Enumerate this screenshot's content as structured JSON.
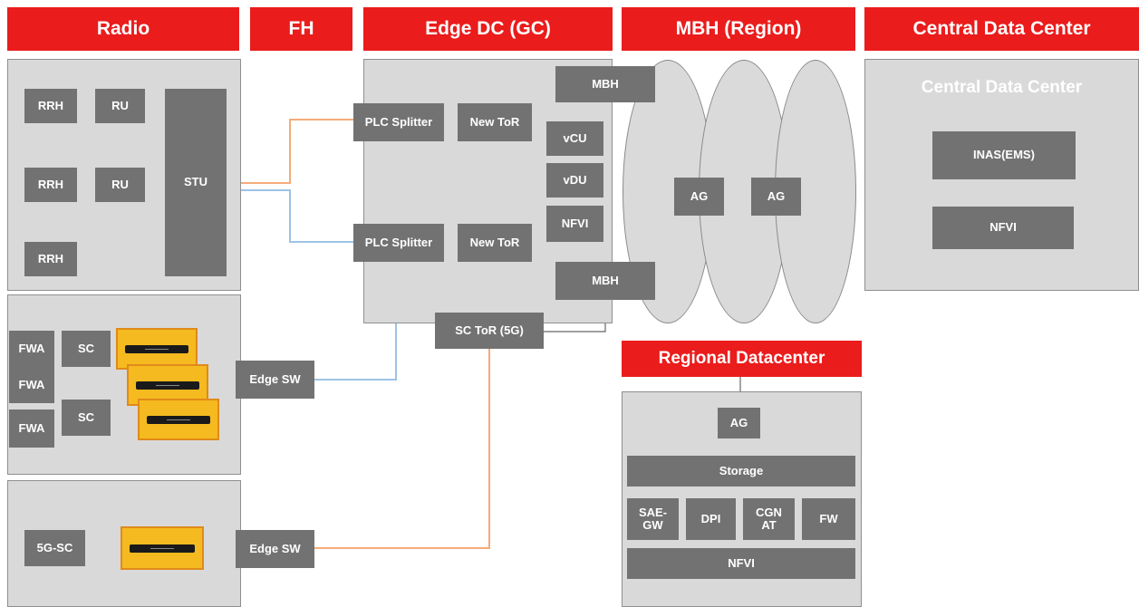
{
  "headers": {
    "radio": "Radio",
    "fh": "FH",
    "edge_dc": "Edge DC (GC)",
    "mbh_region": "MBH (Region)",
    "central_dc": "Central Data Center",
    "regional_dc": "Regional Datacenter"
  },
  "radio": {
    "rrh1": "RRH",
    "ru1": "RU",
    "rrh2": "RRH",
    "ru2": "RU",
    "rrh3": "RRH",
    "stu": "STU",
    "fwa1": "FWA",
    "fwa2": "FWA",
    "fwa3": "FWA",
    "sc1": "SC",
    "sc2": "SC",
    "edge_sw1": "Edge SW",
    "sc5g": "5G-SC",
    "edge_sw2": "Edge SW"
  },
  "edge_dc": {
    "plc1": "PLC Splitter",
    "plc2": "PLC Splitter",
    "tor1": "New ToR",
    "tor2": "New ToR",
    "mbh1": "MBH",
    "mbh2": "MBH",
    "vcu": "vCU",
    "vdu": "vDU",
    "nfvi": "NFVI",
    "sc_tor": "SC ToR (5G)"
  },
  "mbh": {
    "ag1": "AG",
    "ag2": "AG"
  },
  "central": {
    "title": "Central Data Center",
    "inas": "INAS(EMS)",
    "nfvi": "NFVI"
  },
  "regional": {
    "ag": "AG",
    "storage": "Storage",
    "saegw": "SAE-GW",
    "dpi": "DPI",
    "cgnat": "CGN AT",
    "fw": "FW",
    "nfvi": "NFVI"
  },
  "colors": {
    "header_red": "#ea1c1c",
    "box_gray": "#727272",
    "panel_gray": "#d9d9d9",
    "link_orange": "#f4ac78",
    "link_blue": "#9dc3e6",
    "device_yellow": "#f5ba1f"
  }
}
